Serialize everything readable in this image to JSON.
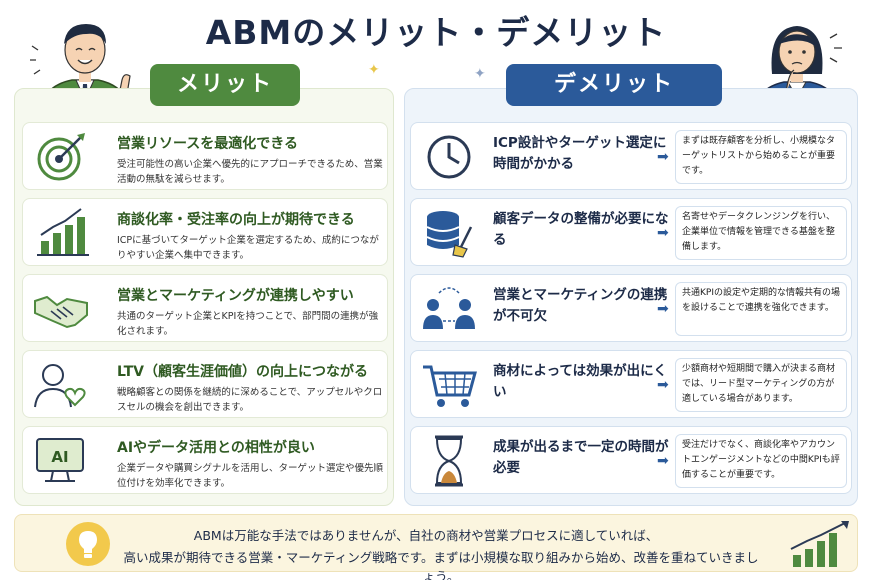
{
  "title": "ABMのメリット・デメリット",
  "merit": {
    "header": "メリット",
    "items": [
      {
        "icon": "target-icon",
        "title": "営業リソースを最適化できる",
        "desc": "受注可能性の高い企業へ優先的にアプローチできるため、営業活動の無駄を減らせます。"
      },
      {
        "icon": "bar-chart-icon",
        "title": "商談化率・受注率の向上が期待できる",
        "desc": "ICPに基づいてターゲット企業を選定するため、成約につながりやすい企業へ集中できます。"
      },
      {
        "icon": "handshake-icon",
        "title": "営業とマーケティングが連携しやすい",
        "desc": "共通のターゲット企業とKPIを持つことで、部門間の連携が強化されます。"
      },
      {
        "icon": "person-heart-icon",
        "title": "LTV（顧客生涯価値）の向上につながる",
        "desc": "戦略顧客との関係を継続的に深めることで、アップセルやクロスセルの機会を創出できます。"
      },
      {
        "icon": "ai-monitor-icon",
        "title": "AIやデータ活用との相性が良い",
        "desc": "企業データや購買シグナルを活用し、ターゲット選定や優先順位付けを効率化できます。",
        "badge": "AI"
      }
    ]
  },
  "demerit": {
    "header": "デメリット",
    "items": [
      {
        "icon": "clock-icon",
        "title": "ICP設計やターゲット選定に時間がかかる",
        "solution": "まずは既存顧客を分析し、小規模なターゲットリストから始めることが重要です。"
      },
      {
        "icon": "database-broom-icon",
        "title": "顧客データの整備が必要になる",
        "solution": "名寄せやデータクレンジングを行い、企業単位で情報を管理できる基盤を整備します。"
      },
      {
        "icon": "team-link-icon",
        "title": "営業とマーケティングの連携が不可欠",
        "solution": "共通KPIの設定や定期的な情報共有の場を設けることで連携を強化できます。"
      },
      {
        "icon": "cart-icon",
        "title": "商材によっては効果が出にくい",
        "solution": "少額商材や短期間で購入が決まる商材では、リード型マーケティングの方が適している場合があります。"
      },
      {
        "icon": "hourglass-icon",
        "title": "成果が出るまで一定の時間が必要",
        "solution": "受注だけでなく、商談化率やアカウントエンゲージメントなどの中間KPIも評価することが重要です。"
      }
    ]
  },
  "footer": {
    "line1": "ABMは万能な手法ではありませんが、自社の商材や営業プロセスに適していれば、",
    "line2": "高い成果が期待できる営業・マーケティング戦略です。まずは小規模な取り組みから始め、改善を重ねていきましょう。"
  },
  "colors": {
    "green": "#4f8a3f",
    "blue": "#2b5a9a",
    "navy": "#1d2b48"
  }
}
